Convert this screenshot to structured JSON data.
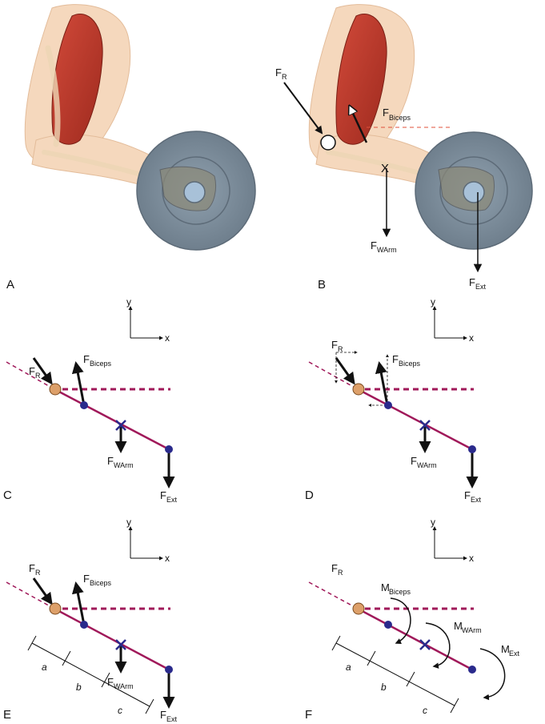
{
  "panels": {
    "A": "A",
    "B": "B",
    "C": "C",
    "D": "D",
    "E": "E",
    "F": "F"
  },
  "forces": {
    "FR": {
      "main": "F",
      "sub": "R"
    },
    "FBiceps": {
      "main": "F",
      "sub": "Biceps"
    },
    "FWArm": {
      "main": "F",
      "sub": "WArm"
    },
    "FExt": {
      "main": "F",
      "sub": "Ext"
    },
    "MBiceps": {
      "main": "M",
      "sub": "Biceps"
    },
    "MWArm": {
      "main": "M",
      "sub": "WArm"
    },
    "MExt": {
      "main": "M",
      "sub": "Ext"
    }
  },
  "axes": {
    "x": "x",
    "y": "y"
  },
  "segments": {
    "a": "a",
    "b": "b",
    "c": "c"
  },
  "markers": {
    "com": "X"
  },
  "colors": {
    "beam": "#a0195a",
    "dashed_line": "#a0195a",
    "joint_fill": "#dda06a",
    "node_fill": "#2a2a8c",
    "arrow": "#111111",
    "muscle": "#c0392b",
    "skin": "#f5d8bd",
    "plate": "#7d8d9c"
  }
}
